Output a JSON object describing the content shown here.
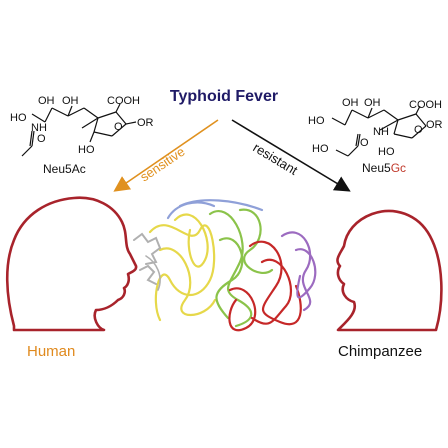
{
  "title": "Typhoid Fever",
  "left_molecule": {
    "name": "Neu5Ac",
    "labels": [
      "OH",
      "OH",
      "COOH",
      "HO",
      "O",
      "OR",
      "NH",
      "HO",
      "O"
    ]
  },
  "right_molecule": {
    "name_prefix": "Neu5",
    "name_suffix": "Gc",
    "labels": [
      "OH",
      "OH",
      "COOH",
      "HO",
      "O",
      "OR",
      "NH",
      "HO",
      "O",
      "HO"
    ]
  },
  "arrows": {
    "left_label": "sensitive",
    "right_label": "resistant"
  },
  "subjects": {
    "left": "Human",
    "right": "Chimpanzee"
  },
  "colors": {
    "title": "#1f1a66",
    "human": "#e08a1e",
    "sensitive_arrow": "#e0911f",
    "resistant_arrow": "#111111",
    "silhouette": "#a8232b",
    "gc_highlight": "#c0392b",
    "protein": [
      "#8fa0d8",
      "#e6d84a",
      "#8bc34a",
      "#c62828",
      "#9c6bc0",
      "#b0b0b0"
    ]
  },
  "icons": [
    "human-head-silhouette",
    "chimpanzee-head-silhouette",
    "protein-ribbon-structure"
  ]
}
